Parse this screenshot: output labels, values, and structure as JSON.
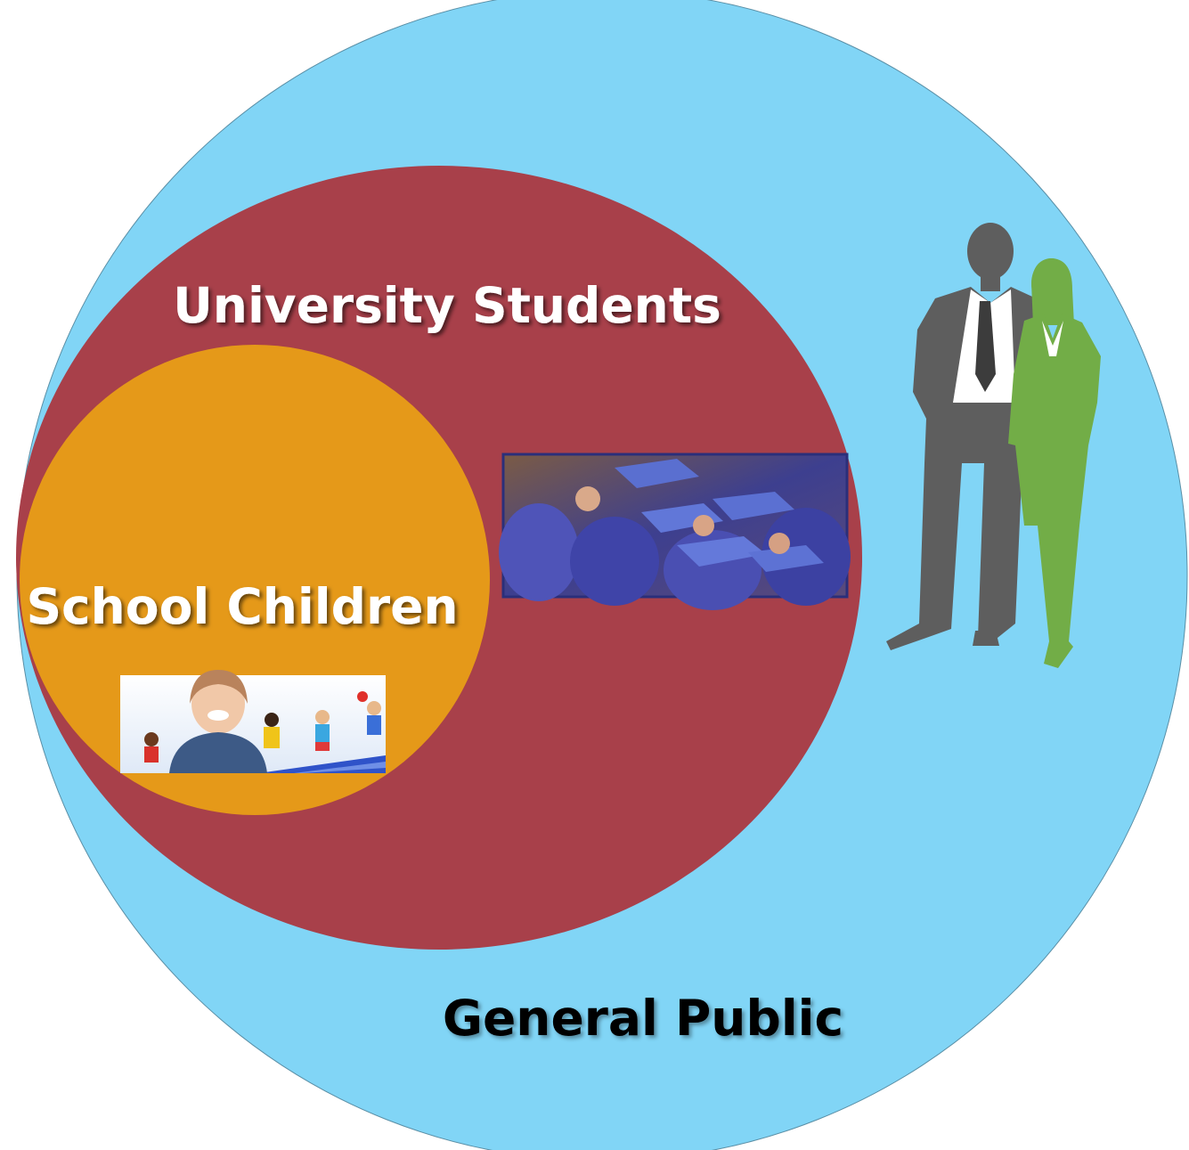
{
  "rings": {
    "outer": {
      "label": "General Public",
      "color": "#81D5F6"
    },
    "middle": {
      "label": "University Students",
      "color": "#A8404A"
    },
    "inner": {
      "label": "School Children",
      "color": "#E59919"
    }
  },
  "figures": {
    "man_color": "#5E5E5E",
    "woman_color": "#72AD47"
  }
}
